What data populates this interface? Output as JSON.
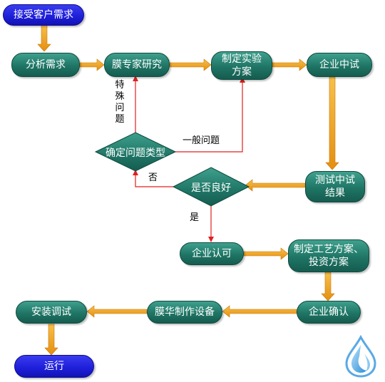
{
  "nodes": {
    "receive": "接受客户需求",
    "analyze": "分析需求",
    "expert": "膜专家研究",
    "plan": "制定实验\n方案",
    "pilot": "企业中试",
    "decide_type": "确定问题类型",
    "test_result": "测试中试\n结果",
    "is_good": "是否良好",
    "approve": "企业认可",
    "process_plan": "制定工艺方案、\n投资方案",
    "confirm": "企业确认",
    "build": "膜华制作设备",
    "install": "安装调试",
    "run": "运行"
  },
  "edge_labels": {
    "special": "特\n殊\n问\n题",
    "general": "一般问题",
    "no": "否",
    "yes": "是"
  },
  "colors": {
    "node_green": "#1f7565",
    "node_blue": "#1d1ed8",
    "arrow_orange": "#f0a020",
    "line_red": "#e02020"
  },
  "icons": {
    "logo": "water-drop-logo"
  }
}
